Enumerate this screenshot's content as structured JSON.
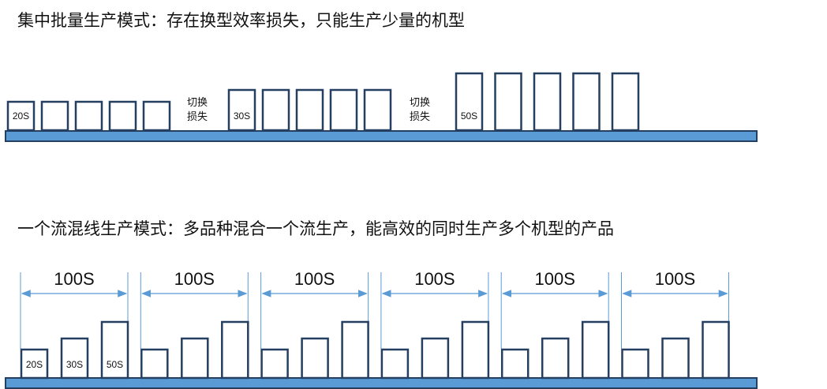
{
  "batch": {
    "title": "集中批量生产模式：存在换型效率损失，只能生产少量的机型",
    "groups": [
      {
        "cycle_label": "20S",
        "cycle_seconds": 20,
        "count": 5
      },
      {
        "cycle_label": "30S",
        "cycle_seconds": 30,
        "count": 5
      },
      {
        "cycle_label": "50S",
        "cycle_seconds": 50,
        "count": 5
      }
    ],
    "changeover_labels": [
      [
        "切换",
        "损失"
      ],
      [
        "切换",
        "损失"
      ]
    ]
  },
  "mixed": {
    "title": "一个流混线生产模式：多品种混合一个流生产，能高效的同时生产多个机型的产品",
    "cycle_label": "100S",
    "cycle_count": 6,
    "items": [
      {
        "label": "20S",
        "seconds": 20
      },
      {
        "label": "30S",
        "seconds": 30
      },
      {
        "label": "50S",
        "seconds": 50
      }
    ]
  },
  "colors": {
    "conveyor": "#5B9BD5",
    "outline": "#243F60",
    "dimension": "#5B9BD5"
  }
}
